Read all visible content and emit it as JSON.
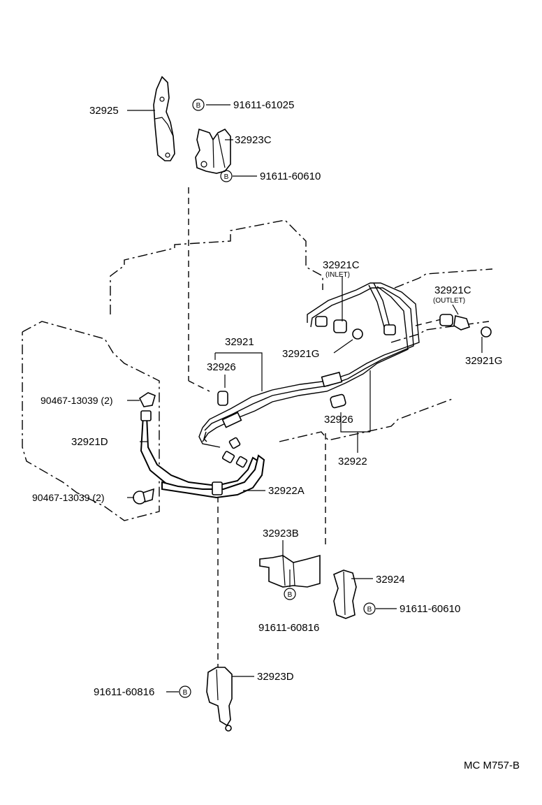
{
  "labels": {
    "p32925": "32925",
    "b_91611_61025": "91611-61025",
    "p32923C": "32923C",
    "b_91611_60610_top": "91611-60610",
    "p32921C_inlet": "32921C",
    "inlet": "(INLET)",
    "p32921C_outlet": "32921C",
    "outlet": "(OUTLET)",
    "p32921G_a": "32921G",
    "p32921G_b": "32921G",
    "p32921": "32921",
    "p32926_a": "32926",
    "p32926_b": "32926",
    "p32922": "32922",
    "p90467_a": "90467-13039 (2)",
    "p90467_b": "90467-13039 (2)",
    "p32921D": "32921D",
    "p32922A": "32922A",
    "p32923B": "32923B",
    "p32924": "32924",
    "b_91611_60610_bottom": "91611-60610",
    "b_91611_60816_mid": "91611-60816",
    "p32923D": "32923D",
    "b_91611_60816_bottom": "91611-60816",
    "bolt_marker": "B",
    "ref_code": "MC M757-B"
  }
}
